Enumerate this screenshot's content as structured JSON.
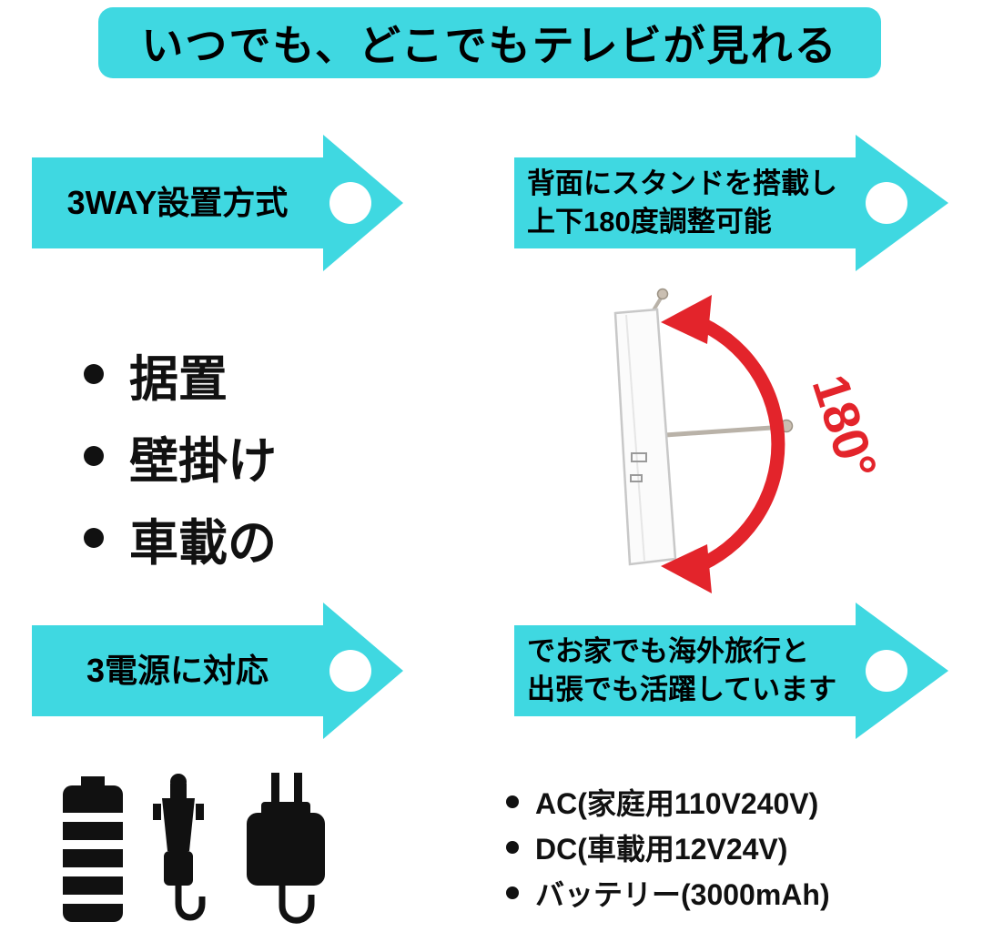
{
  "colors": {
    "accent_cyan": "#3FD8E1",
    "arrow_red": "#E3242B",
    "text_black": "#111111",
    "background": "#FFFFFF"
  },
  "header": {
    "title": "いつでも、どこでもテレビが見れる"
  },
  "installation": {
    "left_banner": "3WAY設置方式",
    "right_banner_line1": "背面にスタンドを搭載し",
    "right_banner_line2": "上下180度調整可能",
    "bullets": [
      "据置",
      "壁掛け",
      "車載の"
    ],
    "rotation_label": "180°"
  },
  "power": {
    "left_banner": "3電源に対応",
    "right_banner_line1": "でお家でも海外旅行と",
    "right_banner_line2": "出張でも活躍しています",
    "bullets": [
      "AC(家庭用110V240V)",
      "DC(車載用12V24V)",
      "バッテリー(3000mAh)"
    ],
    "icons": [
      "battery-icon",
      "car-charger-icon",
      "ac-adapter-icon"
    ]
  }
}
